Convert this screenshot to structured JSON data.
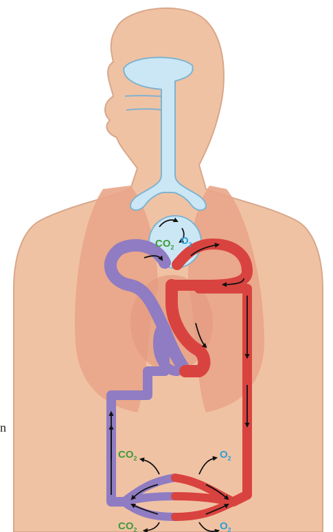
{
  "labels": {
    "lung_co2": "CO",
    "lung_co2_sub": "2",
    "lung_o2": "O",
    "lung_o2_sub": "2",
    "tissue_co2_top": "CO",
    "tissue_co2_top_sub": "2",
    "tissue_o2_top": "O",
    "tissue_o2_top_sub": "2",
    "tissue_co2_bottom": "CO",
    "tissue_co2_bottom_sub": "2",
    "tissue_o2_bottom": "O",
    "tissue_o2_bottom_sub": "2",
    "stray": "n"
  },
  "colors": {
    "skin": "#f0c2a4",
    "skin_outline": "#d9a68a",
    "lung": "#e9a58a",
    "airway": "#cbe7f5",
    "airway_outline": "#7fb3cf",
    "deoxygenated": "#8f7cc2",
    "oxygenated": "#d9433f",
    "arrow": "#111111",
    "co2_text": "#3f9b3a",
    "o2_text": "#2b9fd8"
  }
}
